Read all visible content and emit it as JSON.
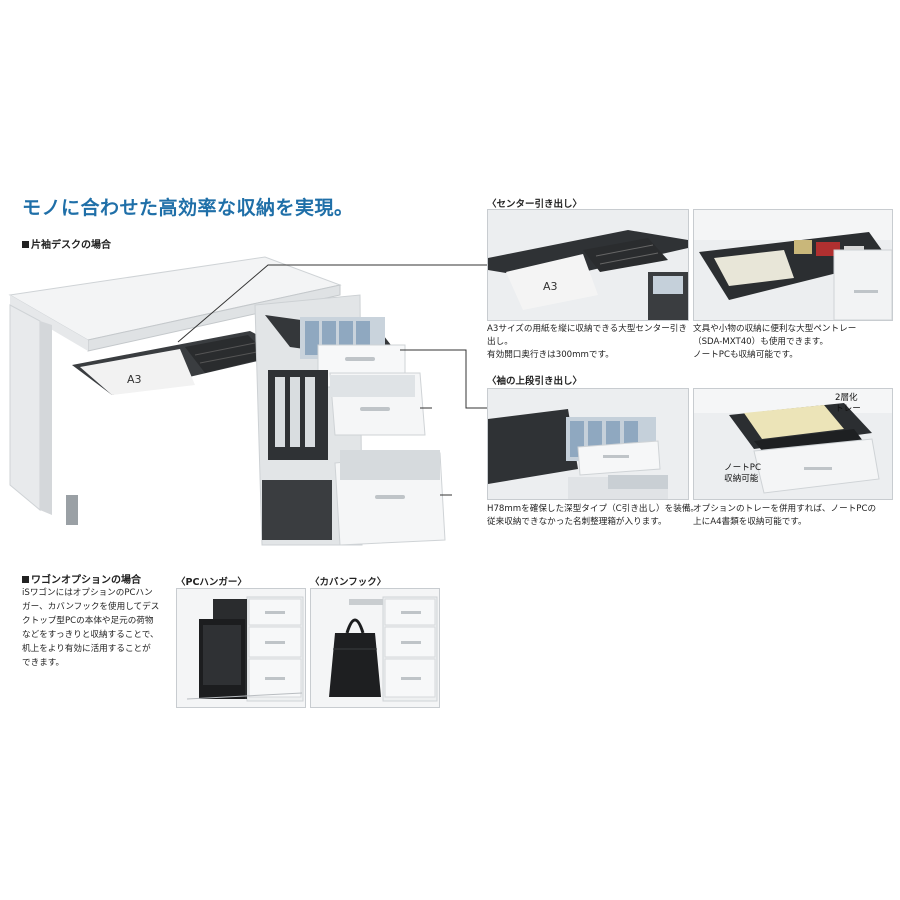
{
  "headline": "モノに合わせた高効率な収納を実現。",
  "section_single_desk": "片袖デスクの場合",
  "section_wagon_option": "ワゴンオプションの場合",
  "main_photo": {
    "a3_label": "A3"
  },
  "center_drawer": {
    "heading": "〈センター引き出し〉",
    "a3_label": "A3",
    "caption_left": [
      "A3サイズの用紙を縦に収納できる大型センター引き",
      "出し。",
      "有効開口奥行きは300mmです。"
    ],
    "caption_right": [
      "文具や小物の収納に便利な大型ペントレー",
      "（SDA-MXT40）も使用できます。",
      "ノートPCも収納可能です。"
    ]
  },
  "top_drawer": {
    "heading": "〈袖の上段引き出し〉",
    "caption_left": [
      "H78mmを確保した深型タイプ（C引き出し）を装備。",
      "従来収納できなかった名刺整理箱が入ります。"
    ],
    "caption_right": [
      "オプションのトレーを併用すれば、ノートPCの",
      "上にA4書類を収納可能です。"
    ],
    "callout_tray": [
      "2層化",
      "トレー"
    ],
    "callout_pc": [
      "ノートPC",
      "収納可能"
    ]
  },
  "wagon": {
    "description": [
      "iSワゴンにはオプションのPCハン",
      "ガー、カバンフックを使用してデス",
      "クトップ型PCの本体や足元の荷物",
      "などをすっきりと収納することで、",
      "机上をより有効に活用することが",
      "できます。"
    ],
    "pc_hanger_heading": "〈PCハンガー〉",
    "bag_hook_heading": "〈カバンフック〉"
  },
  "colors": {
    "headline": "#1f6fa8",
    "desk_panel": "#eef0f1",
    "drawer_dark": "#2b2e31",
    "text": "#222222"
  }
}
